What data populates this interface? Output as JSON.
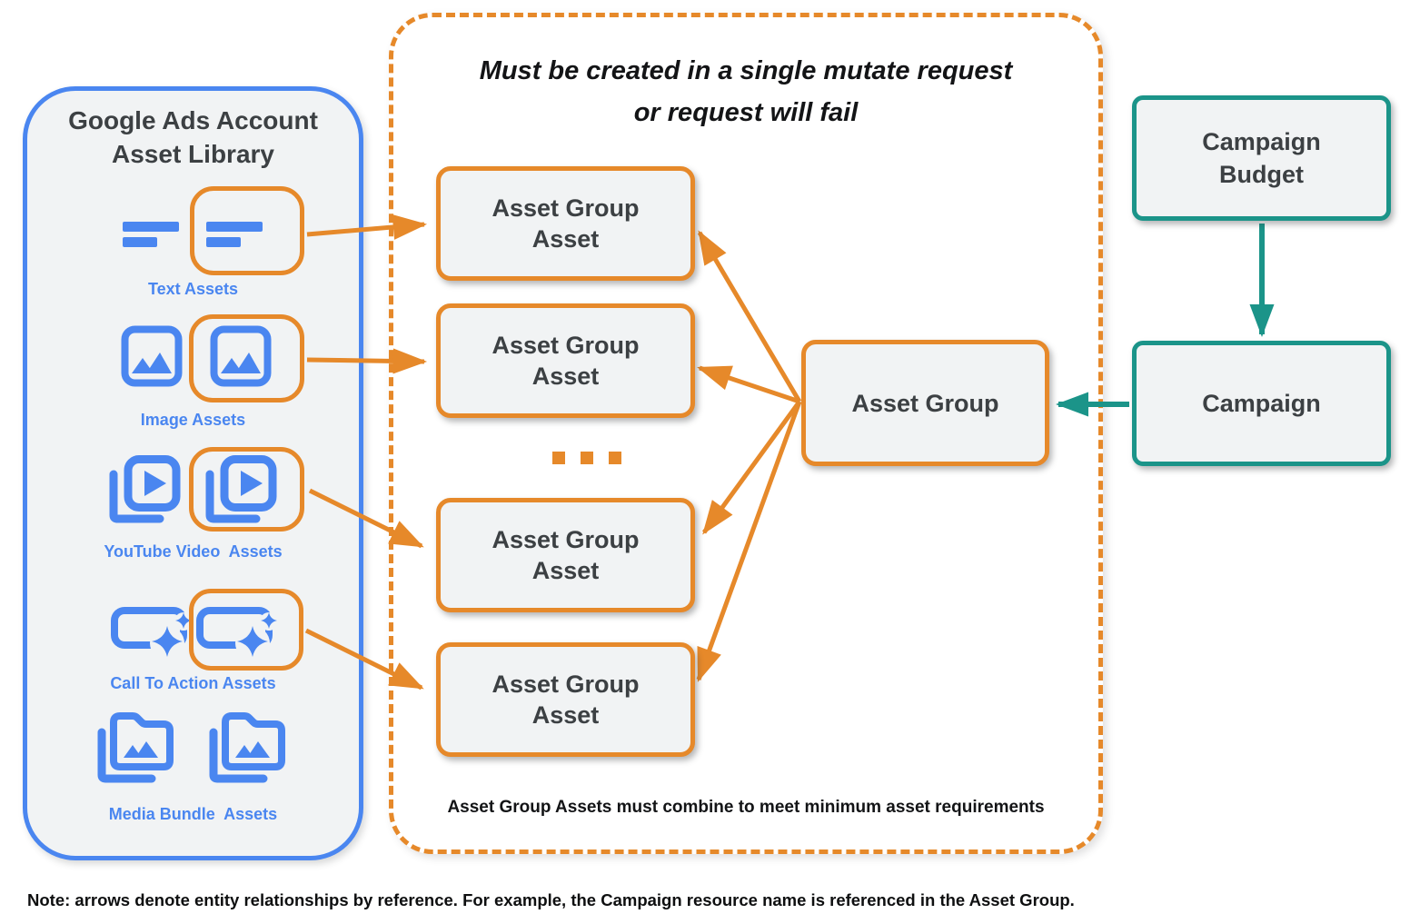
{
  "diagram": {
    "library": {
      "title_line1": "Google Ads Account",
      "title_line2": "Asset Library",
      "groups": [
        {
          "label": "Text Assets",
          "icon": "text-asset-icon"
        },
        {
          "label": "Image Assets",
          "icon": "image-asset-icon"
        },
        {
          "label": "YouTube Video  Assets",
          "icon": "youtube-video-asset-icon"
        },
        {
          "label": "Call To Action Assets",
          "icon": "call-to-action-asset-icon"
        },
        {
          "label": "Media Bundle  Assets",
          "icon": "media-bundle-asset-icon"
        }
      ]
    },
    "mutate_panel": {
      "title_line1": "Must be created in a single mutate request",
      "title_line2": "or request will fail",
      "asset_group_asset": {
        "line1": "Asset Group",
        "line2": "Asset"
      },
      "ellipsis": "...",
      "footnote": "Asset Group Assets must combine to meet minimum asset requirements"
    },
    "nodes": {
      "asset_group": "Asset Group",
      "campaign_budget_line1": "Campaign",
      "campaign_budget_line2": "Budget",
      "campaign": "Campaign"
    },
    "note": "Note: arrows denote entity relationships by reference. For example, the Campaign resource name is referenced in the Asset Group.",
    "colors": {
      "orange": "#E6892A",
      "blue": "#4A86F0",
      "teal": "#1B9489",
      "node_fill": "#F1F3F4",
      "text_dark": "#3C4043"
    }
  }
}
